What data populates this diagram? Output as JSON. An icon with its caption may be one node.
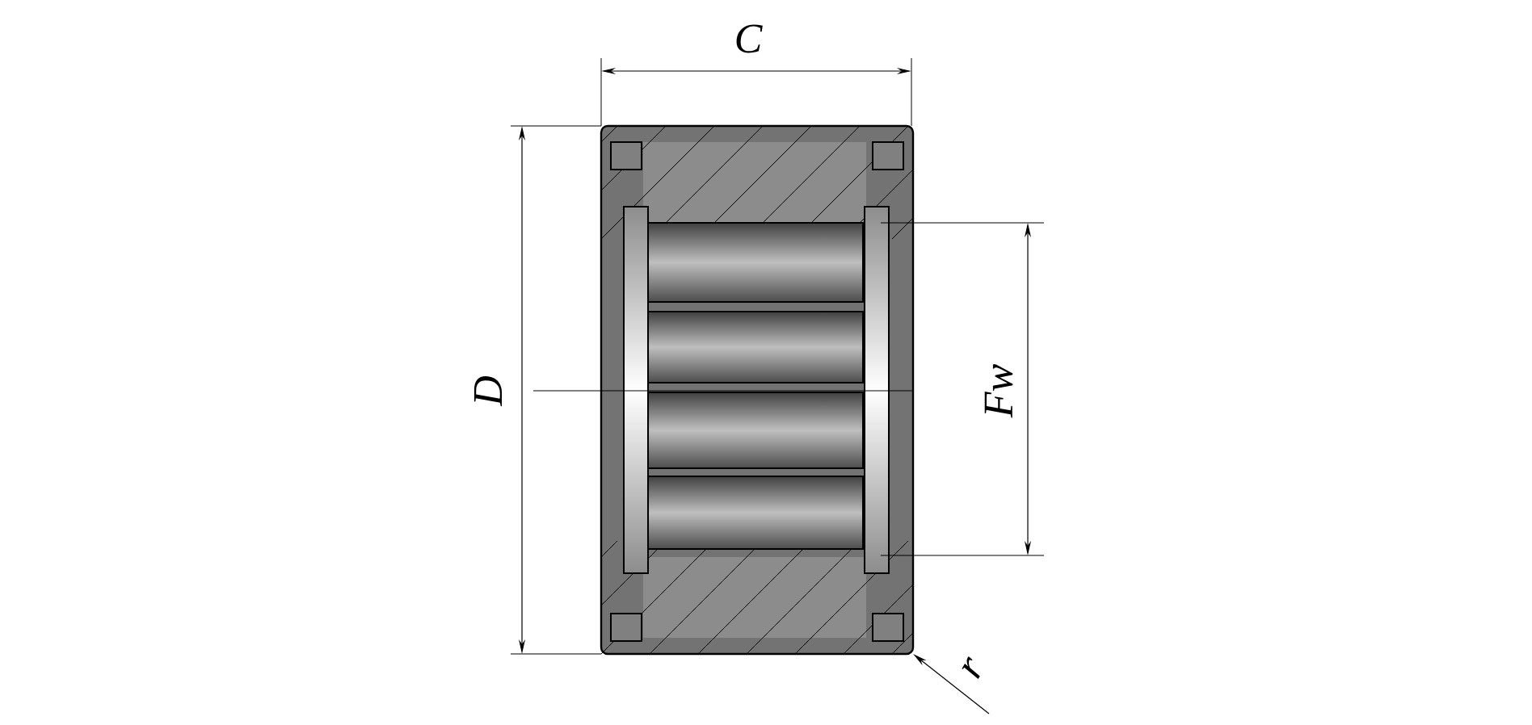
{
  "diagram": {
    "labels": [
      "C",
      "D",
      "Fw",
      "r"
    ]
  }
}
